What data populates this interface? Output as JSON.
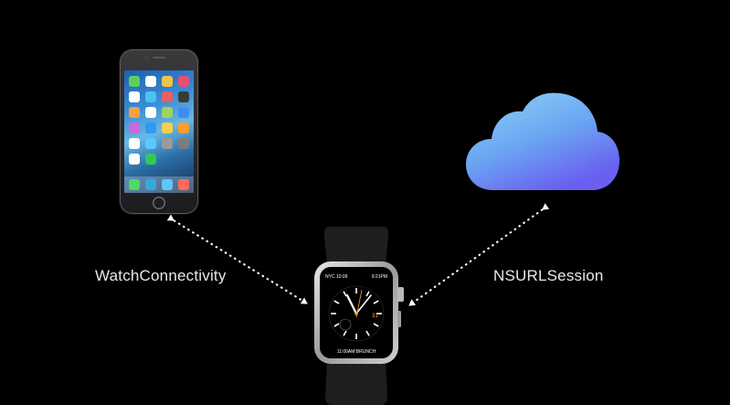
{
  "labels": {
    "left": "WatchConnectivity",
    "right": "NSURLSession"
  },
  "watch_face": {
    "top_left": "NYC 10:09",
    "top_right": "9:21PM",
    "date": "31",
    "bottom": "11:00AM BRUNCH"
  },
  "icons": {
    "phone": "iphone-icon",
    "cloud": "icloud-icon",
    "watch": "apple-watch-icon"
  },
  "colors": {
    "background": "#000000",
    "text": "#e8e8e8",
    "arrow": "#ffffff",
    "cloud_top": "#8fd3f8",
    "cloud_bottom": "#6a5ff0",
    "watch_accent": "#f5a623"
  }
}
